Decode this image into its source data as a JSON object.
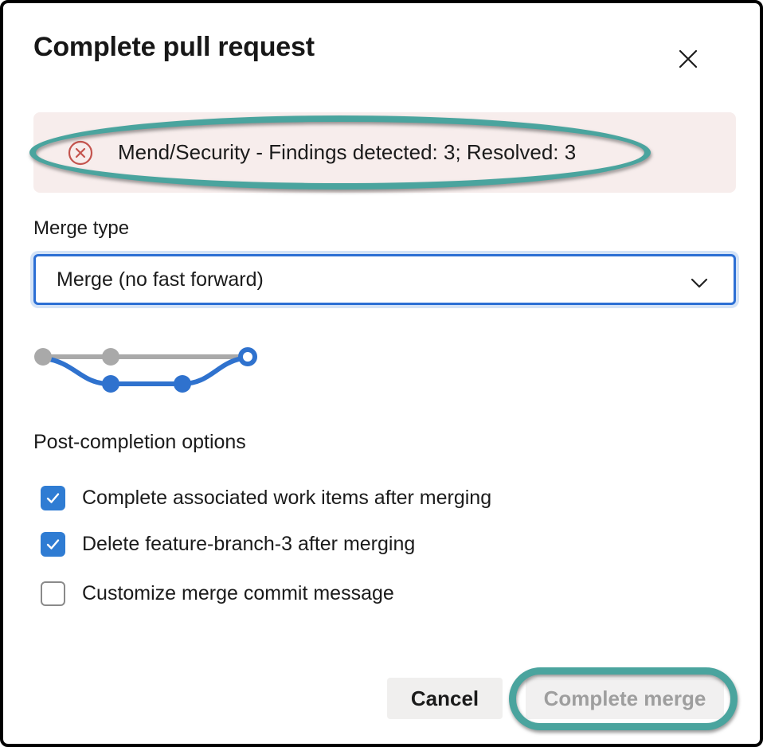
{
  "dialog": {
    "title": "Complete pull request"
  },
  "alert": {
    "message": "Mend/Security - Findings detected: 3; Resolved: 3",
    "icon": "error-circle-x-icon",
    "bg_color": "#F7EDEC",
    "icon_color": "#C4544E"
  },
  "merge_type": {
    "label": "Merge type",
    "selected": "Merge (no fast forward)",
    "focus_border_color": "#2C6FD4"
  },
  "diagram": {
    "name": "merge-no-fast-forward-graph",
    "gray_color": "#A9A9A9",
    "blue_color": "#2F72CE"
  },
  "post_options": {
    "heading": "Post-completion options",
    "checkboxes": [
      {
        "label": "Complete associated work items after merging",
        "checked": true
      },
      {
        "label": "Delete feature-branch-3 after merging",
        "checked": true
      },
      {
        "label": "Customize merge commit message",
        "checked": false
      }
    ],
    "checkbox_color": "#2F7CD3"
  },
  "footer": {
    "cancel_label": "Cancel",
    "complete_label": "Complete merge",
    "complete_disabled": true,
    "disabled_text_color": "#9E9E9E",
    "button_bg_color": "#F0EFEE"
  },
  "annotations": {
    "color": "#4AA49E",
    "items": [
      "alert-message-highlight",
      "complete-merge-button-highlight"
    ]
  }
}
